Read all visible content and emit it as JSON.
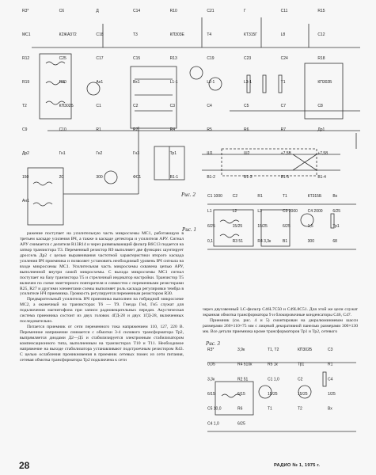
{
  "captions": {
    "fig1": "Рис. 1",
    "fig2": "Рис. 2",
    "fig3": "Рис. 3"
  },
  "folio": "28",
  "footer": "РАДИО № 1, 1975 г.",
  "fig1_labels": [
    "R3*",
    "C6",
    "Д",
    "C14",
    "R10",
    "C21",
    "Г",
    "C11",
    "R15",
    "МС1",
    "К2ЖА372",
    "C18",
    "T3",
    "КП303Е",
    "T4",
    "КТ315Г",
    "L8",
    "C12",
    "R12",
    "C25",
    "C17",
    "C15",
    "R13",
    "C19",
    "C23",
    "C24",
    "R18",
    "R19",
    "R20",
    "Ан1",
    "Вх1",
    "L1-1",
    "L2-1",
    "L3-1",
    "T1",
    "КП302Б",
    "T2",
    "КП302Б",
    "C1",
    "C2",
    "C3",
    "C4",
    "C5",
    "C7",
    "C8",
    "C9",
    "C10",
    "R1",
    "R2",
    "R4",
    "R5",
    "R6",
    "R7",
    "Др1",
    "Др2",
    "Гн1",
    "Гн2",
    "Гн3",
    "Тр1",
    "Ш1",
    "Ш2",
    "+7,5В",
    "+7,58",
    "150",
    "20",
    "300",
    "ФС1",
    "B1-1",
    "B1-2",
    "B1-3",
    "B1-5",
    "B1-4",
    "Ан1"
  ],
  "fig2_labels": [
    "C1 1000",
    "C2",
    "R1",
    "T1",
    "КТ315Б",
    "Вх",
    "L1",
    "L2",
    "L3",
    "C3 2000",
    "C4 2000",
    "6/25",
    "6/25",
    "15/25",
    "15/25",
    "6/25",
    "1,5",
    "Тр1",
    "0,1",
    "R3 51",
    "R4 3,3к",
    "В1",
    "300",
    "68"
  ],
  "fig3_labels": [
    "R3*",
    "3,9к",
    "T1, T2",
    "КП302Б",
    "C3",
    "0,05",
    "R4 510к",
    "R5 1к",
    "Тр1",
    "R1",
    "3,3к",
    "R2 51",
    "C1 1,0",
    "C2",
    "C4",
    "6/15",
    "6/15",
    "15/25",
    "15/25",
    "1/25",
    "C5 10,0",
    "R6",
    "T1",
    "T2",
    "Вх",
    "С4 1,0",
    "6/25"
  ],
  "left_text": [
    "ражение поступает на усилительную часть микросхемы МС1, работающую в третьем каскаде усиления ВЧ, а также в каскаде детектора и усилителя АРУ. Сигнал АРУ снимается с делителя R13R14 и через развязывающий фильтр R6C13 подается на затвор транзистора Т3. Переменный резистор R9 выполняет две функции: шунтирует дроссель Др2 с целью выравнивания частотной характеристики второго каскада усиления ВЧ приемника и позволяет установить необходимый уровень ВЧ сигнала на входе микросхемы МС1. Усилительная часть микросхемы охвачена цепью АРУ, выполненной внутри самой микросхемы. С выхода микросхемы МС1 сигнал поступает на базу транзистора Т5 и стрелочный индикатор настройки. Транзистор Т5 включен по схеме эмиттерного повторителя и совместно с переменными резисторами R25, R27 и другими элементами схемы выполняет роль каскада регулировки тембра в усилителе НЧ приемника. Громкость регулируется переменным резистором R30.",
    "Предварительный усилитель НЧ приемника выполнен на гибридной микросхеме МС2, а оконечный на транзисторах Т6 — Т9. Гнезда Гн4, Гн5 служат для подключения магнитофона при записи радиовещательных передач. Акустическая система приемника состоит из двух головок 4ГД-28 и двух 1ГД-28, включенных последовательно.",
    "Питается приемник от сети переменного тока напряжением 110, 127, 220 В. Переменное напряжение снимается с обмотки 3-4 силового трансформатора Тр2, выпрямляется диодами Д2—Д5 и стабилизируется электронным стабилизатором компенсационного типа, выполненным на транзисторах Т10 и Т11. Необходимое напряжение на выходе стабилизатора устанавливают подстроечным резистором R43. С целью ослабления проникновения в приемник сетевых помех из сети питания, сетевая обмотка трансформатора Тр2 подключена к сети"
  ],
  "right_text": [
    "через двухзвенный LC-фильтр C46L7C50 и C49L8C51. Для этой же цели служат экранная обмотка трансформатора 9 и блокировочные конденсаторы С46, С47.",
    "Приемник (см. рис. 4 и 5) смонтирован на дюралюминиевом шасси размерами 260×110×75 мм с лицевой декоративной панелью размерами 300×130 мм. Все детали приемника кроме трансформаторов Тр1 и Тр2, сетевого"
  ]
}
